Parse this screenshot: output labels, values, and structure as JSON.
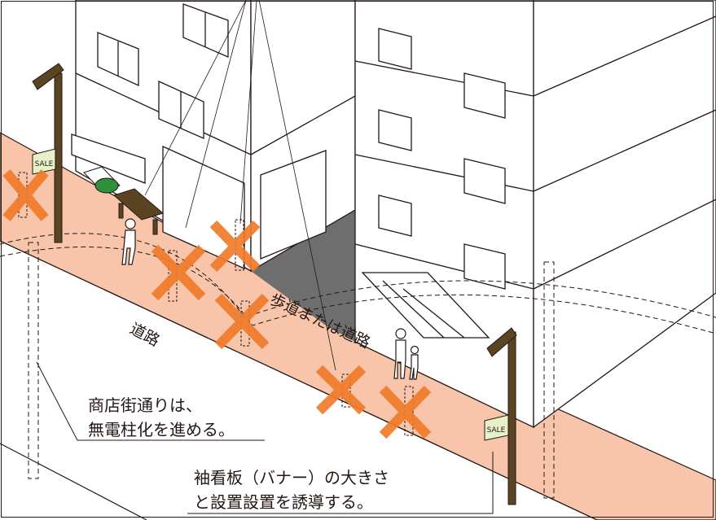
{
  "labels": {
    "sidewalk": "歩道または道路",
    "road": "道路",
    "note1_line1": "商店街通りは、",
    "note1_line2": "無電柱化を進める。",
    "note2_line1": "袖看板（バナー）の大きさ",
    "note2_line2": "と設置設置を誘導する。",
    "sign_left": "SALE",
    "sign_right": "SALE"
  },
  "colors": {
    "sidewalk": "#f8c4aa",
    "cross": "#f07c2a",
    "pole": "#5a4423",
    "line": "#231815",
    "gap": "#6e6e6e",
    "sign": "#e7f1c9"
  }
}
